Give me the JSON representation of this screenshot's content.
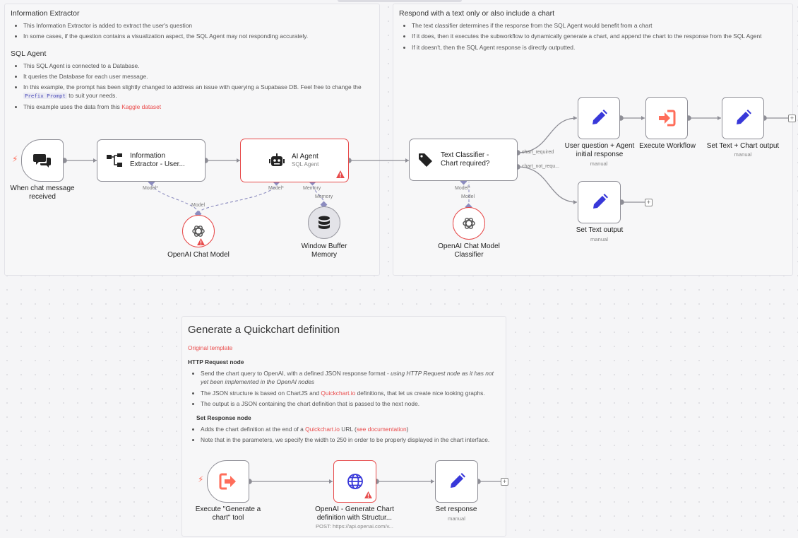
{
  "notes": {
    "left": {
      "section1_title": "Information Extractor",
      "section1_items": [
        "This Information Extractor is added to extract the user's question",
        "In some cases, if the question contains a visualization aspect, the SQL Agent may not responding accurately."
      ],
      "section2_title": "SQL Agent",
      "section2_items": [
        "This SQL Agent is connected to a Database.",
        "It queries the Database for each user message."
      ],
      "item3_before": "In this example, the prompt has been slightly changed to address an issue with querying a Supabase DB. Feel free to change the",
      "item3_code": "Prefix Prompt",
      "item3_after": "to suit your needs.",
      "item4_before": "This example uses the data from this",
      "item4_link": "Kaggle dataset"
    },
    "right": {
      "title": "Respond with a text only or also include a chart",
      "items": [
        "The text classifier determines if the response from the SQL Agent would benefit from a chart",
        "If it does, then it executes the subworkflow to dynamically generate a chart, and append the chart to the response from the SQL Agent",
        "If it doesn't, then the SQL Agent response is directly outputted."
      ]
    },
    "bottom": {
      "title": "Generate a Quickchart definition",
      "link": "Original template",
      "http_title": "HTTP Request node",
      "http_item1_before": "Send the chart query to OpenAI, with a defined JSON response format -",
      "http_item1_em": "using HTTP Request node as it has not yet been implemented in the OpenAI nodes",
      "http_item2_before": "The JSON structure is based on ChartJS and",
      "http_item2_link": "Quickchart.io",
      "http_item2_after": "definitions, that let us create nice looking graphs.",
      "http_item3": "The output is a JSON containing the chart definition that is passed to the next node.",
      "set_title": "Set Response node",
      "set_item1_before": "Adds the chart definition at the end of a",
      "set_item1_link": "Quickchart.io",
      "set_item1_mid": "URL (",
      "set_item1_link2": "see documentation",
      "set_item1_after": ")",
      "set_item2": "Note that in the parameters, we specify the width to 250 in order to be properly displayed in the chart interface."
    }
  },
  "nodes": {
    "chat_trigger": {
      "label": "When chat message received",
      "icon": "chat-icon"
    },
    "info_extractor": {
      "label": "Information Extractor - User...",
      "icon": "extractor-icon"
    },
    "ai_agent": {
      "label": "AI Agent",
      "sub": "SQL Agent",
      "icon": "robot-icon"
    },
    "openai_chat": {
      "label": "OpenAI Chat Model",
      "icon": "openai-icon"
    },
    "memory": {
      "label": "Window Buffer Memory",
      "icon": "database-icon"
    },
    "text_classifier": {
      "label": "Text Classifier - Chart required?",
      "icon": "tag-icon"
    },
    "openai_classifier": {
      "label": "OpenAI Chat Model Classifier",
      "icon": "openai-icon"
    },
    "user_question": {
      "label": "User question + Agent initial response",
      "sub": "manual"
    },
    "exec_workflow": {
      "label": "Execute Workflow"
    },
    "set_text_chart": {
      "label": "Set Text + Chart output",
      "sub": "manual"
    },
    "set_text": {
      "label": "Set Text output",
      "sub": "manual"
    },
    "exec_trigger": {
      "label": "Execute \"Generate a chart\" tool"
    },
    "openai_http": {
      "label": "OpenAI - Generate Chart definition with Structur...",
      "sub": "POST: https://api.openai.com/v..."
    },
    "set_response": {
      "label": "Set response",
      "sub": "manual"
    }
  },
  "ports": {
    "model_star": "Model*",
    "model": "Model",
    "memory": "Memory",
    "chart_required": "chart_required",
    "chart_not_required": "chart_not_requ..."
  },
  "colors": {
    "accent": "#ea4b4b",
    "edit_icon": "#3838d9",
    "port": "#8c8cbf",
    "wire": "#8e8e96"
  }
}
